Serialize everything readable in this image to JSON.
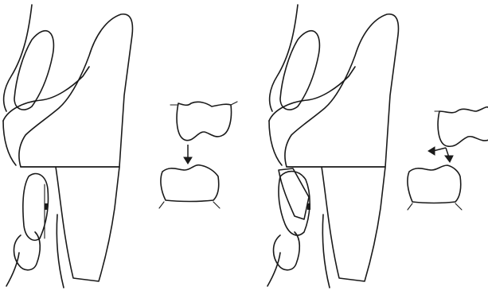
{
  "figure": {
    "panels": [
      {
        "id": "panel-1",
        "tooth_movement": "vertical"
      },
      {
        "id": "panel-2",
        "tooth_movement": "vertical-and-horizontal"
      }
    ],
    "ink_color": "#1a1a1a",
    "background_color": "#ffffff",
    "hatch": "diagonal-lines"
  }
}
